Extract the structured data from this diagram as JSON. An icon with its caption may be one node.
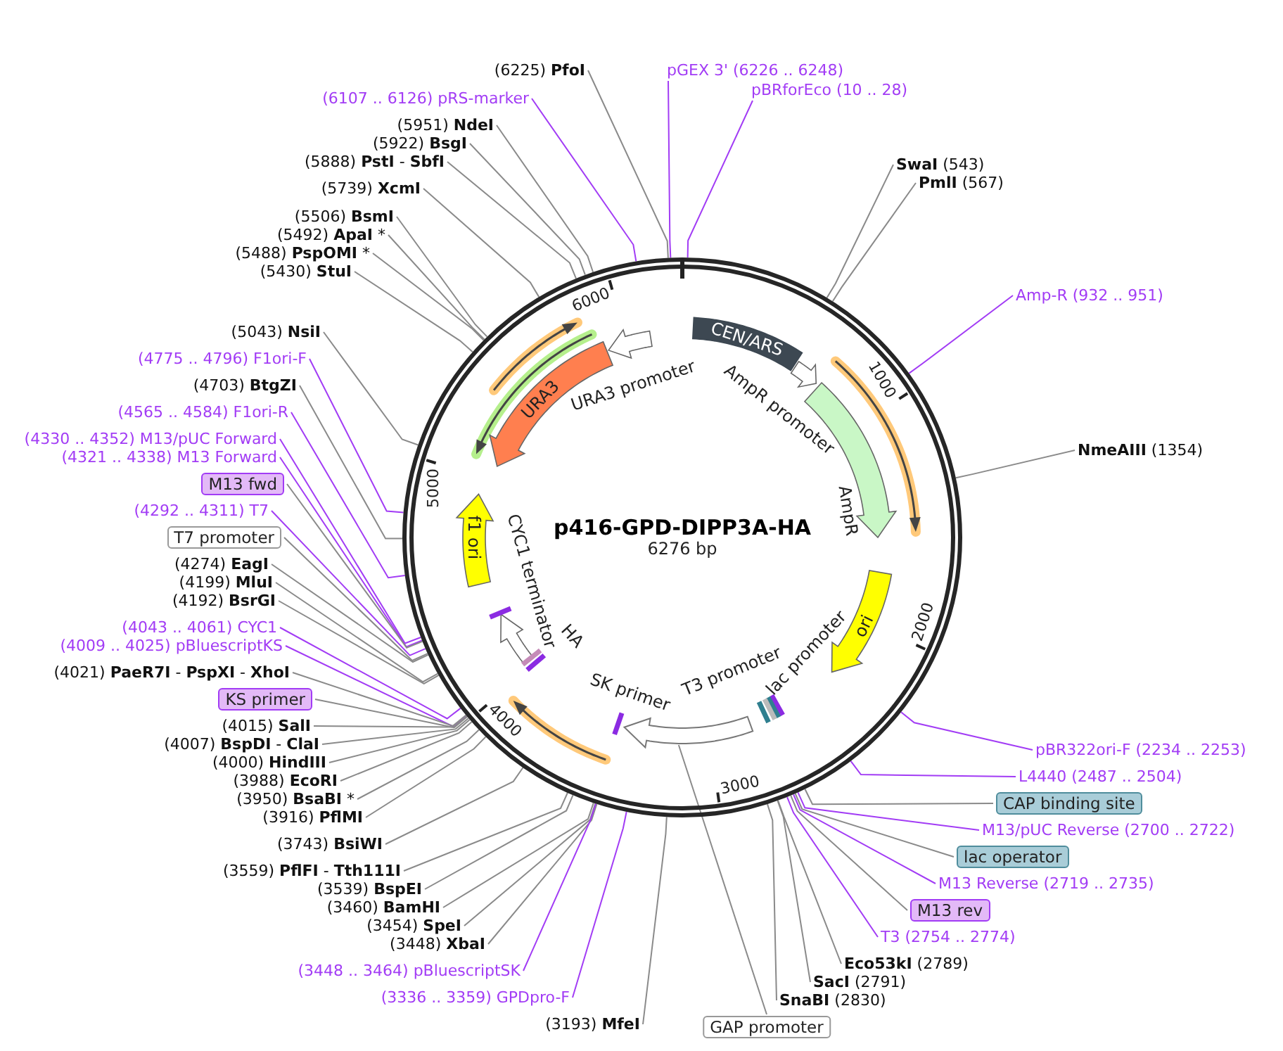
{
  "diagram": {
    "title": "p416-GPD-DIPP3A-HA",
    "nodes": [
      {
        "text": [],
        "shape": "circle"
      },
      {
        "text": [
          "URA3"
        ],
        "in": 0
      },
      {
        "text": [
          "URA3 promoter"
        ],
        "in": 0
      },
      {
        "text": [
          "CEN/ARS"
        ],
        "in": 0
      },
      {
        "text": [
          "AmpR promoter"
        ],
        "in": 0
      },
      {
        "text": [
          "AmpR"
        ],
        "in": 0
      },
      {
        "text": [
          "ori"
        ],
        "in": 0
      },
      {
        "text": [
          "lac promoter"
        ],
        "in": 0
      },
      {
        "text": [
          "T3 promoter"
        ],
        "in": 0
      },
      {
        "text": [
          "SK primer"
        ],
        "in": 0
      },
      {
        "text": [
          "HA"
        ],
        "in": 0
      },
      {
        "text": [
          "CYC1 terminator"
        ],
        "in": 0
      },
      {
        "text": [
          "f1 ori"
        ],
        "in": 0
      },
      {
        "text": [],
        "shape": "arrow",
        "in": 0
      },
      {
        "text": [
          "(6225) **PfoI**"
        ]
      },
      {
        "text": [
          "(6107 .. 6126) pRS-marker"
        ]
      },
      {
        "text": [
          "pGEX 3' (6226 .. 6248)"
        ]
      },
      {
        "text": [
          "pBRforEco (10 .. 28)"
        ]
      },
      {
        "text": [
          "(5951) **NdeI**"
        ]
      },
      {
        "text": [
          "(5922) **BsgI**"
        ]
      },
      {
        "text": [
          "(5888) **PstI** - **SbfI**"
        ]
      },
      {
        "text": [
          "(5739) **XcmI**"
        ]
      },
      {
        "text": [
          "(5506) **BsmI**"
        ]
      },
      {
        "text": [
          "(5492) **ApaI** *"
        ]
      },
      {
        "text": [
          "(5488) **PspOMI** *"
        ]
      },
      {
        "text": [
          "(5430) **StuI**"
        ]
      },
      {
        "text": [
          "**SwaI** (543)"
        ]
      },
      {
        "text": [
          "**PmlI** (567)"
        ]
      },
      {
        "text": [
          "Amp-R (932 .. 951)"
        ]
      },
      {
        "text": [
          "(5043) **NsiI**"
        ]
      },
      {
        "text": [
          "(4775 .. 4796) F1ori-F"
        ]
      },
      {
        "text": [
          "(4703) **BtgZI**"
        ]
      },
      {
        "text": [
          "(4565 .. 4584) F1ori-R"
        ]
      },
      {
        "text": [
          "(4330 .. 4352) M13/pUC Forward"
        ]
      },
      {
        "text": [
          "(4321 .. 4338) M13 Forward"
        ]
      },
      {
        "text": [
          "**NmeAIII** (1354)"
        ]
      },
      {
        "text": [
          "M13 fwd"
        ]
      },
      {
        "text": [
          "(4292 .. 4311) T7"
        ]
      },
      {
        "text": [
          "T7 promoter"
        ]
      },
      {
        "text": [
          "(4274) **EagI**"
        ]
      },
      {
        "text": [
          "(4199) **MluI**"
        ]
      },
      {
        "text": [
          "(4192) **BsrGI**"
        ]
      },
      {
        "text": [
          "(4043 .. 4061) CYC1"
        ]
      },
      {
        "text": [
          "(4009 .. 4025) pBluescriptKS"
        ]
      },
      {
        "text": [
          "(4021) **PaeR7I** - **PspXI** - **XhoI**"
        ]
      },
      {
        "text": [
          "KS primer"
        ]
      },
      {
        "text": [
          "(4015) **SalI**"
        ]
      },
      {
        "text": [
          "(4007) **BspDI** - **ClaI**"
        ]
      },
      {
        "text": [
          "(4000) **HindIII**"
        ]
      },
      {
        "text": [
          "(3988) **EcoRI**"
        ]
      },
      {
        "text": [
          "(3950) **BsaBI** *"
        ]
      },
      {
        "text": [
          "(3916) **PflMI**"
        ]
      },
      {
        "text": [
          "(3743) **BsiWI**"
        ]
      },
      {
        "text": [
          "(3559) **PflFI** - **Tth111I**"
        ]
      },
      {
        "text": [
          "(3539) **BspEI**"
        ]
      },
      {
        "text": [
          "(3460) **BamHI**"
        ]
      },
      {
        "text": [
          "(3454) **SpeI**"
        ]
      },
      {
        "text": [
          "(3448) **XbaI**"
        ]
      },
      {
        "text": [
          "(3448 .. 3464) pBluescriptSK"
        ]
      },
      {
        "text": [
          "(3336 .. 3359) GPDpro-F"
        ]
      },
      {
        "text": [
          "(3193) **MfeI**"
        ]
      },
      {
        "text": [
          "GAP promoter"
        ]
      },
      {
        "text": [
          "**SnaBI** (2830)"
        ]
      },
      {
        "text": [
          "**SacI** (2791)"
        ]
      },
      {
        "text": [
          "**Eco53kI** (2789)"
        ]
      },
      {
        "text": [
          "T3 (2754 .. 2774)"
        ]
      },
      {
        "text": [
          "M13 rev"
        ]
      },
      {
        "text": [
          "M13 Reverse (2719 .. 2735)"
        ]
      },
      {
        "text": [
          "lac operator"
        ]
      },
      {
        "text": [
          "M13/pUC Reverse (2700 .. 2722)"
        ]
      },
      {
        "text": [
          "CAP binding site"
        ]
      },
      {
        "text": [
          "L4440 (2487 .. 2504)"
        ]
      },
      {
        "text": [
          "pBR322ori-F (2234 .. 2253)"
        ]
      }
    ],
    "edges": [
      {
        "from": 14,
        "to": 0,
        "arrow": "none"
      },
      {
        "from": 15,
        "to": 0,
        "arrow": "none",
        "color": "#a23cf5"
      },
      {
        "from": 16,
        "to": 0,
        "arrow": "none",
        "color": "#a23cf5"
      },
      {
        "from": 17,
        "to": 0,
        "arrow": "none",
        "color": "#a23cf5"
      },
      {
        "from": 18,
        "to": 0,
        "arrow": "none"
      },
      {
        "from": 19,
        "to": 0,
        "arrow": "none"
      },
      {
        "from": 20,
        "to": 0,
        "arrow": "none"
      },
      {
        "from": 21,
        "to": 0,
        "arrow": "none"
      },
      {
        "from": 22,
        "to": 0,
        "arrow": "none"
      },
      {
        "from": 23,
        "to": 0,
        "arrow": "none"
      },
      {
        "from": 24,
        "to": 0,
        "arrow": "none"
      },
      {
        "from": 25,
        "to": 0,
        "arrow": "none"
      },
      {
        "from": 26,
        "to": 0,
        "arrow": "none"
      },
      {
        "from": 27,
        "to": 0,
        "arrow": "none"
      },
      {
        "from": 28,
        "to": 0,
        "arrow": "none",
        "color": "#a23cf5"
      },
      {
        "from": 29,
        "to": 0,
        "arrow": "none"
      },
      {
        "from": 30,
        "to": 0,
        "arrow": "none",
        "color": "#a23cf5"
      },
      {
        "from": 31,
        "to": 0,
        "arrow": "none"
      },
      {
        "from": 32,
        "to": 0,
        "arrow": "none",
        "color": "#a23cf5"
      },
      {
        "from": 33,
        "to": 0,
        "arrow": "none",
        "color": "#a23cf5"
      },
      {
        "from": 34,
        "to": 0,
        "arrow": "none",
        "color": "#a23cf5"
      },
      {
        "from": 35,
        "to": 0,
        "arrow": "none"
      },
      {
        "from": 36,
        "to": 0,
        "arrow": "none"
      },
      {
        "from": 37,
        "to": 0,
        "arrow": "none",
        "color": "#a23cf5"
      },
      {
        "from": 38,
        "to": 0,
        "arrow": "none"
      },
      {
        "from": 39,
        "to": 0,
        "arrow": "none"
      },
      {
        "from": 40,
        "to": 0,
        "arrow": "none"
      },
      {
        "from": 41,
        "to": 0,
        "arrow": "none"
      },
      {
        "from": 42,
        "to": 0,
        "arrow": "none",
        "color": "#a23cf5"
      },
      {
        "from": 43,
        "to": 0,
        "arrow": "none",
        "color": "#a23cf5"
      },
      {
        "from": 44,
        "to": 0,
        "arrow": "none"
      },
      {
        "from": 45,
        "to": 0,
        "arrow": "none"
      },
      {
        "from": 46,
        "to": 0,
        "arrow": "none"
      },
      {
        "from": 47,
        "to": 0,
        "arrow": "none"
      },
      {
        "from": 48,
        "to": 0,
        "arrow": "none"
      },
      {
        "from": 49,
        "to": 0,
        "arrow": "none"
      },
      {
        "from": 50,
        "to": 0,
        "arrow": "none"
      },
      {
        "from": 51,
        "to": 0,
        "arrow": "none"
      },
      {
        "from": 52,
        "to": 0,
        "arrow": "none"
      },
      {
        "from": 53,
        "to": 0,
        "arrow": "none"
      },
      {
        "from": 54,
        "to": 0,
        "arrow": "none"
      },
      {
        "from": 55,
        "to": 0,
        "arrow": "none"
      },
      {
        "from": 56,
        "to": 0,
        "arrow": "none"
      },
      {
        "from": 57,
        "to": 0,
        "arrow": "none"
      },
      {
        "from": 58,
        "to": 0,
        "arrow": "none",
        "color": "#a23cf5"
      },
      {
        "from": 59,
        "to": 0,
        "arrow": "none",
        "color": "#a23cf5"
      },
      {
        "from": 60,
        "to": 0,
        "arrow": "none"
      },
      {
        "from": 61,
        "to": 13,
        "arrow": "none"
      },
      {
        "from": 62,
        "to": 0,
        "arrow": "none"
      },
      {
        "from": 63,
        "to": 0,
        "arrow": "none"
      },
      {
        "from": 64,
        "to": 0,
        "arrow": "none"
      },
      {
        "from": 65,
        "to": 0,
        "arrow": "none",
        "color": "#a23cf5"
      },
      {
        "from": 66,
        "to": 0,
        "arrow": "none"
      },
      {
        "from": 67,
        "to": 0,
        "arrow": "none",
        "color": "#a23cf5"
      },
      {
        "from": 68,
        "to": 0,
        "arrow": "none"
      },
      {
        "from": 69,
        "to": 0,
        "arrow": "none",
        "color": "#a23cf5"
      },
      {
        "from": 70,
        "to": 0,
        "arrow": "none"
      },
      {
        "from": 71,
        "to": 0,
        "arrow": "none",
        "color": "#a23cf5"
      },
      {
        "from": 72,
        "to": 0,
        "arrow": "none",
        "color": "#a23cf5"
      }
    ],
    "labels": [
      "6276 bp",
      "1000",
      "2000",
      "3000",
      "4000",
      "5000",
      "6000"
    ]
  }
}
